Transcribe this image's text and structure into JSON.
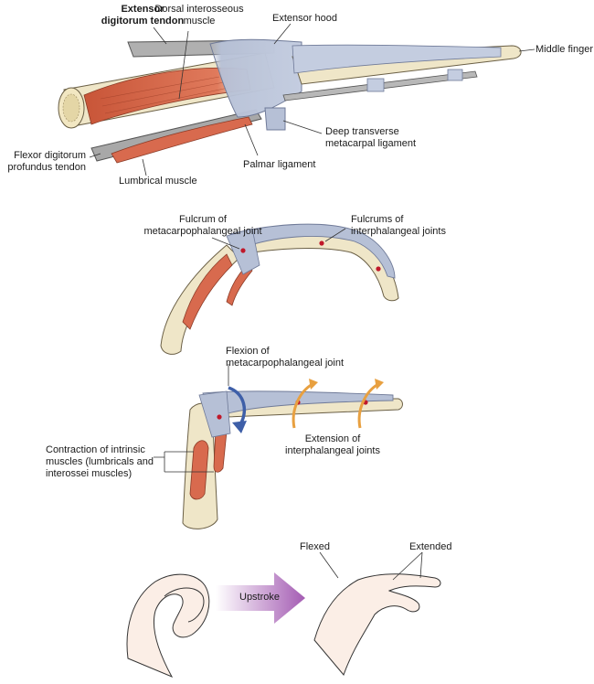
{
  "colors": {
    "hood": "#b6c0d6",
    "hood_dark": "#8e9abb",
    "bone": "#efe6c8",
    "bone_dark": "#cfc39e",
    "muscle": "#d86a4e",
    "muscle_light": "#f0a68c",
    "tendon_grey": "#a6a6a6",
    "fulcrum": "#c0182a",
    "flexion_arrow": "#3e5fa8",
    "extension_arrow": "#e8a040",
    "upstroke_arrow": "#a45cb3",
    "skin": "#fbeee6"
  },
  "panel1": {
    "extensor_tendon_line1": "Extensor",
    "extensor_tendon_line2": "digitorum tendon",
    "dorsal_line1": "Dorsal interosseous",
    "dorsal_line2": "muscle",
    "extensor_hood": "Extensor hood",
    "middle_finger": "Middle finger",
    "deep_line1": "Deep transverse",
    "deep_line2": "metacarpal ligament",
    "flexor_line1": "Flexor digitorum",
    "flexor_line2": "profundus tendon",
    "palmar": "Palmar ligament",
    "lumbrical": "Lumbrical muscle"
  },
  "panel2": {
    "fulcrum_mcp_line1": "Fulcrum of",
    "fulcrum_mcp_line2": "metacarpophalangeal joint",
    "fulcrums_ip_line1": "Fulcrums of",
    "fulcrums_ip_line2": "interphalangeal joints"
  },
  "panel3": {
    "flexion_line1": "Flexion of",
    "flexion_line2": "metacarpophalangeal joint",
    "extension_line1": "Extension of",
    "extension_line2": "interphalangeal joints",
    "contraction_line1": "Contraction of intrinsic",
    "contraction_line2": "muscles (lumbricals and",
    "contraction_line3": "interossei muscles)"
  },
  "panel4": {
    "upstroke": "Upstroke",
    "flexed": "Flexed",
    "extended": "Extended"
  }
}
